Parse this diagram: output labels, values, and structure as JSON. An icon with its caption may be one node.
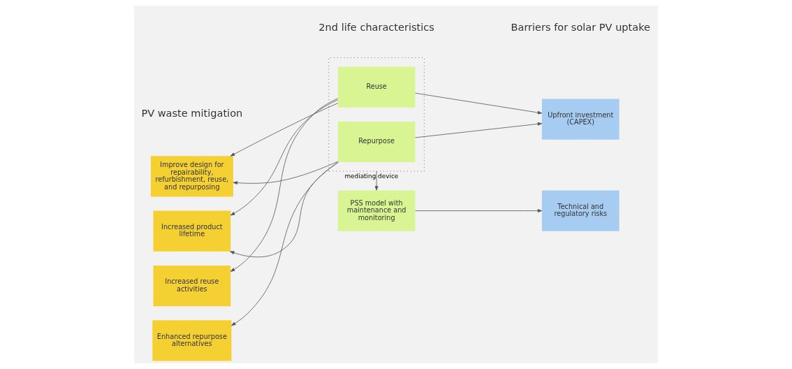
{
  "diagram": {
    "nodes": [
      {
        "text": [
          "Improve design for repairability, refurbishment, reuse, and repurposing"
        ]
      },
      {
        "text": [
          "Increased product lifetime"
        ]
      },
      {
        "text": [
          "Increased reuse activities"
        ]
      },
      {
        "text": [
          "Enhanced repurpose alternatives"
        ]
      },
      {
        "text": [],
        "shape": "box"
      },
      {
        "text": [
          "Reuse"
        ],
        "in": 4
      },
      {
        "text": [
          "Repurpose"
        ],
        "in": 4
      },
      {
        "text": [
          "PSS model with maintenance and monitoring"
        ]
      },
      {
        "text": [
          "Upfront investment (CAPEX)"
        ]
      },
      {
        "text": [
          "Technical and regulatory risks"
        ]
      }
    ],
    "edges": [
      {
        "from": 5,
        "to": 0,
        "arrow": "to"
      },
      {
        "from": 5,
        "to": 1,
        "arrow": "to"
      },
      {
        "from": 5,
        "to": 2,
        "arrow": "to"
      },
      {
        "from": 6,
        "to": 0,
        "arrow": "to"
      },
      {
        "from": 6,
        "to": 1,
        "arrow": "to"
      },
      {
        "from": 6,
        "to": 3,
        "arrow": "to"
      },
      {
        "from": 5,
        "to": 8,
        "arrow": "to"
      },
      {
        "from": 6,
        "to": 8,
        "arrow": "to"
      },
      {
        "from": 4,
        "to": 7,
        "arrow": "to",
        "label": "mediating device"
      },
      {
        "from": 7,
        "to": 9,
        "arrow": "to"
      }
    ],
    "labels": [
      "PV waste mitigation",
      "2nd life characteristics",
      "Barriers for solar PV uptake"
    ]
  }
}
